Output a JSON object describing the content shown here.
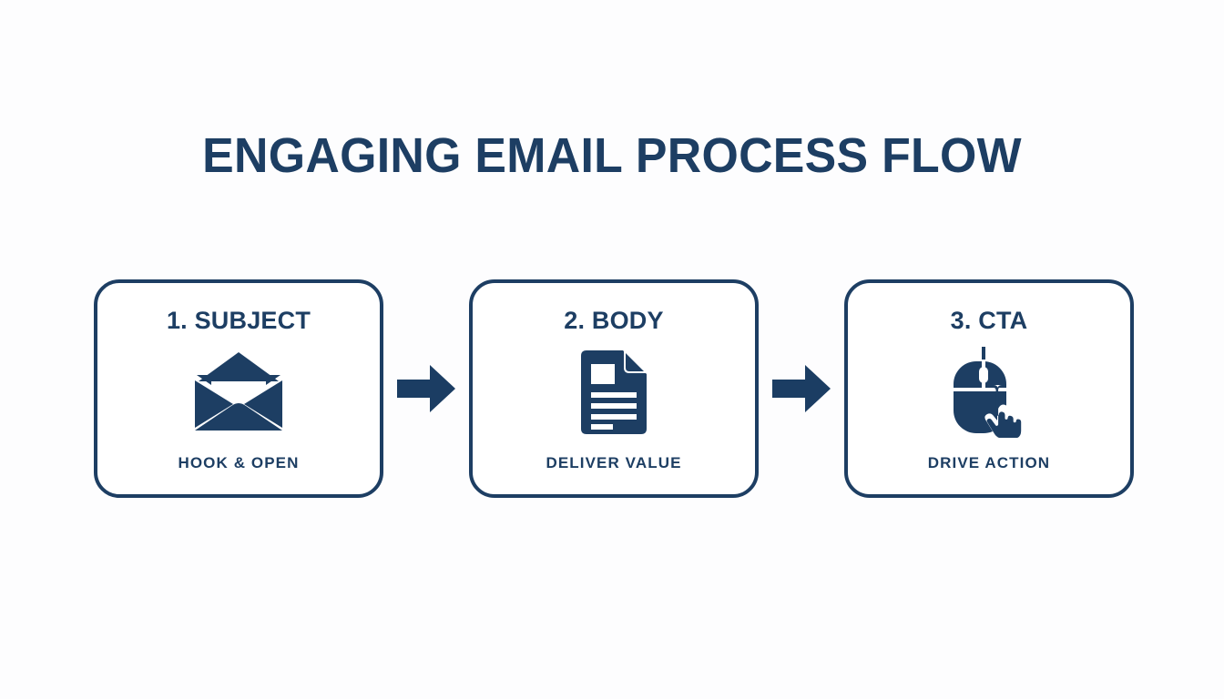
{
  "slide": {
    "title": "ENGAGING EMAIL PROCESS FLOW",
    "background_color": "#fdfdfe",
    "accent_color": "#1d3e63"
  },
  "flow": {
    "steps": [
      {
        "title": "1. SUBJECT",
        "subtitle": "HOOK & OPEN",
        "icon": "open-envelope-icon"
      },
      {
        "title": "2. BODY",
        "subtitle": "DELIVER VALUE",
        "icon": "document-page-icon"
      },
      {
        "title": "3. CTA",
        "subtitle": "DRIVE ACTION",
        "icon": "mouse-click-hand-icon"
      }
    ],
    "connectors": [
      {
        "icon": "arrow-right-icon"
      },
      {
        "icon": "arrow-right-icon"
      }
    ]
  }
}
